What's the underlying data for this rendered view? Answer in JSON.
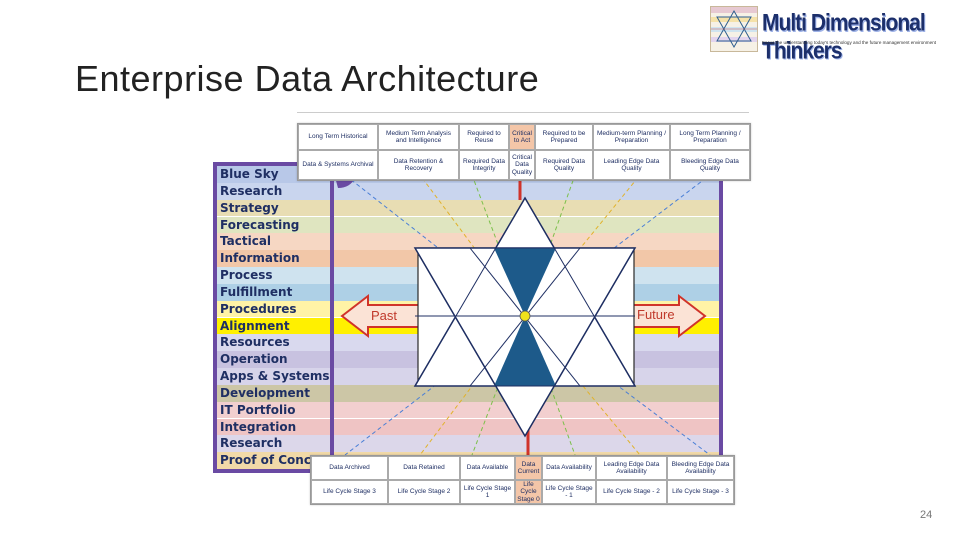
{
  "slide": {
    "title": "Enterprise Data Architecture",
    "page_number": "24"
  },
  "logo": {
    "name": "Multi Dimensional Thinkers",
    "tagline": "Focus the understanding today's technology and the future management environment"
  },
  "layers": [
    {
      "label": "Blue Sky",
      "color": "#b8c8e8"
    },
    {
      "label": "Research",
      "color": "#c9d5ee"
    },
    {
      "label": "Strategy",
      "color": "#e8ddb3"
    },
    {
      "label": "Forecasting",
      "color": "#dfe5c0"
    },
    {
      "label": "Tactical",
      "color": "#f6d7c3"
    },
    {
      "label": "Information",
      "color": "#f2c7a8"
    },
    {
      "label": "Process",
      "color": "#cfe3ef"
    },
    {
      "label": "Fulfillment",
      "color": "#aed0e6"
    },
    {
      "label": "Procedures",
      "color": "#fff3a6"
    },
    {
      "label": "Alignment",
      "color": "#fff000"
    },
    {
      "label": "Resources",
      "color": "#d9d9ee"
    },
    {
      "label": "Operation",
      "color": "#c8c2e0"
    },
    {
      "label": "Apps & Systems",
      "color": "#d7d4ea"
    },
    {
      "label": "Development",
      "color": "#ccc6a6"
    },
    {
      "label": "IT Portfolio",
      "color": "#f2cfcf"
    },
    {
      "label": "Integration",
      "color": "#efc4c4"
    },
    {
      "label": "Research",
      "color": "#dcd7ea"
    },
    {
      "label": "Proof of Conc",
      "color": "#f1d9a8"
    }
  ],
  "top_table": {
    "row1": [
      {
        "text": "Long Term Historical"
      },
      {
        "text": "Medium Term Analysis and Intelligence"
      },
      {
        "text": "Required to Reuse"
      },
      {
        "text": "Critical to Act",
        "highlight": true
      },
      {
        "text": "Required to be Prepared"
      },
      {
        "text": "Medium-term Planning / Preparation"
      },
      {
        "text": "Long Term Planning / Preparation"
      }
    ],
    "row2": [
      {
        "text": "Data & Systems Archival"
      },
      {
        "text": "Data Retention & Recovery"
      },
      {
        "text": "Required Data Integrity"
      },
      {
        "text": "Critical Data Quality"
      },
      {
        "text": "Required Data Quality"
      },
      {
        "text": "Leading Edge Data Quality"
      },
      {
        "text": "Bleeding Edge Data Quality"
      }
    ]
  },
  "bottom_table": {
    "row1": [
      {
        "text": "Data Archived"
      },
      {
        "text": "Data Retained"
      },
      {
        "text": "Data Available"
      },
      {
        "text": "Data Current",
        "highlight": true
      },
      {
        "text": "Data Availability"
      },
      {
        "text": "Leading Edge Data Availability"
      },
      {
        "text": "Bleeding Edge Data Availability"
      }
    ],
    "row2": [
      {
        "text": "Life Cycle Stage 3"
      },
      {
        "text": "Life Cycle Stage 2"
      },
      {
        "text": "Life Cycle Stage 1"
      },
      {
        "text": "Life Cycle Stage 0",
        "highlight": true
      },
      {
        "text": "Life Cycle Stage - 1"
      },
      {
        "text": "Life Cycle Stage - 2"
      },
      {
        "text": "Life Cycle Stage - 3"
      }
    ]
  },
  "arrows": {
    "past": "Past",
    "future": "Future"
  },
  "colors": {
    "border_purple": "#6a4aa3",
    "star_blue": "#1d5a8a",
    "arrow_red": "#d0332a",
    "arrow_fill": "#fbe3d6",
    "center_dot": "#f0e21c"
  }
}
